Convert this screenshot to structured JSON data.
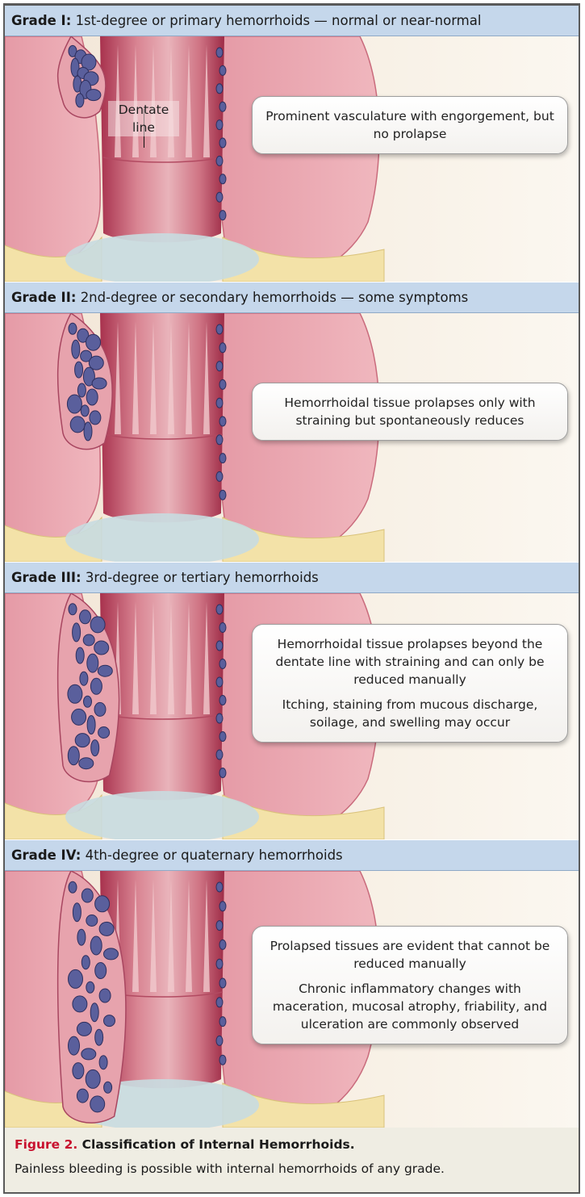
{
  "panels": [
    {
      "grade_label": "Grade I:",
      "grade_text": "1st-degree or primary hemorrhoids — normal or near-normal",
      "callout": [
        "Prominent vasculature with engorgement, but no prolapse"
      ],
      "dentate_label": "Dentate line"
    },
    {
      "grade_label": "Grade II:",
      "grade_text": "2nd-degree or secondary hemorrhoids — some symptoms",
      "callout": [
        "Hemorrhoidal tissue prolapses only with straining but spontaneously reduces"
      ]
    },
    {
      "grade_label": "Grade III:",
      "grade_text": "3rd-degree or tertiary hemorrhoids",
      "callout": [
        "Hemorrhoidal tissue prolapses beyond the dentate line with straining and can only be reduced manually",
        "Itching, staining from mucous discharge, soilage, and swelling may occur"
      ]
    },
    {
      "grade_label": "Grade IV:",
      "grade_text": "4th-degree or quaternary hemorrhoids",
      "callout": [
        "Prolapsed tissues are evident that cannot be reduced manually",
        "Chronic inflammatory changes with maceration, mucosal atrophy, friability, and ulceration are commonly observed"
      ]
    }
  ],
  "caption": {
    "figure_number": "Figure 2.",
    "title": "Classification of Internal Hemorrhoids.",
    "body": "Painless bleeding is possible with internal hemorrhoids of any grade."
  },
  "colors": {
    "header_bg": "#c5d7eb",
    "caption_bg": "#efede3",
    "figure_number": "#c8102e",
    "hemorrhoid": "#5a5f9c",
    "tissue": "#e79ca7"
  },
  "hemorrhoid_extent": [
    0.2,
    0.45,
    0.7,
    0.95
  ]
}
